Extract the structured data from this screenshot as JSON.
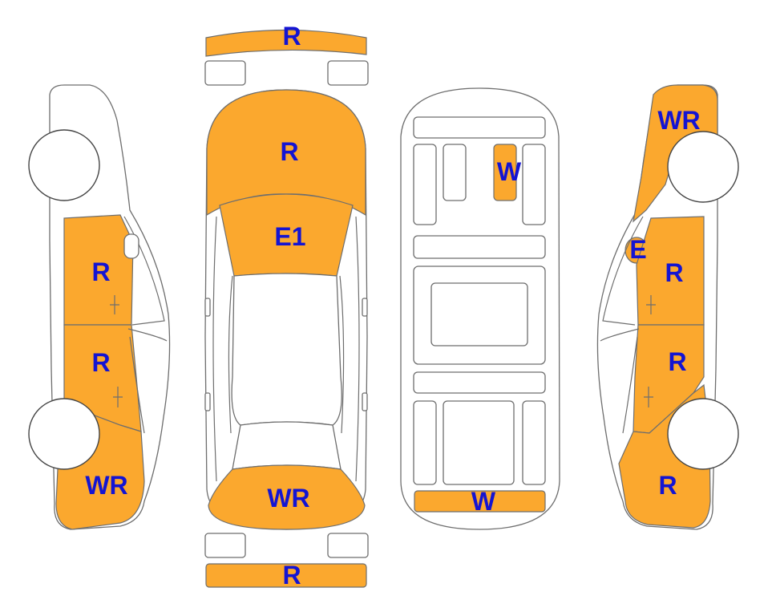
{
  "colors": {
    "damage_fill": "#FBA82E",
    "label_text": "#1414D2",
    "outline": "#6E6E6E"
  },
  "labels": {
    "front_bumper": "R",
    "hood": "R",
    "windshield": "E1",
    "roof": "",
    "rear_window": "WR",
    "rear_bumper": "R",
    "floor_front_left": "W",
    "floor_rear": "W",
    "left_front_door": "R",
    "left_rear_door": "R",
    "left_rear_quarter": "WR",
    "right_front_fender": "WR",
    "right_mirror": "E",
    "right_front_door": "R",
    "right_rear_door": "R",
    "right_rear_quarter": "R"
  }
}
